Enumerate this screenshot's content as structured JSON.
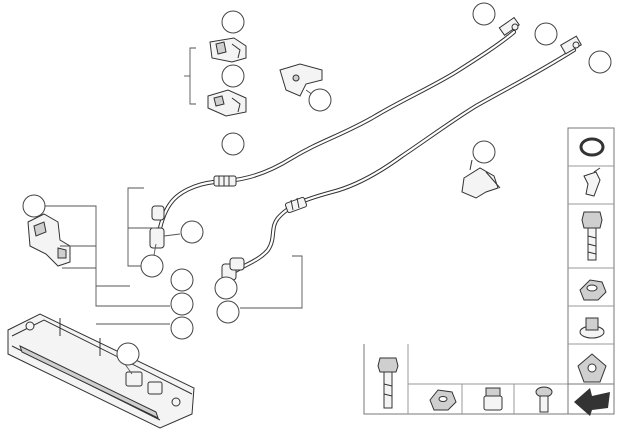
{
  "diagram": {
    "callouts": [
      {
        "id": "c-top-left",
        "label": ""
      },
      {
        "id": "c-clip-upper",
        "label": ""
      },
      {
        "id": "c-bracket",
        "label": ""
      },
      {
        "id": "c-clip-lower",
        "label": ""
      },
      {
        "id": "c-pipe-top",
        "label": ""
      },
      {
        "id": "c-pipe-right",
        "label": ""
      },
      {
        "id": "c-pipe-right-end",
        "label": ""
      },
      {
        "id": "c-holder",
        "label": ""
      },
      {
        "id": "c-left-group",
        "label": ""
      },
      {
        "id": "c-hose-a",
        "label": ""
      },
      {
        "id": "c-hose-b",
        "label": ""
      },
      {
        "id": "c-mid-1",
        "label": ""
      },
      {
        "id": "c-mid-2",
        "label": ""
      },
      {
        "id": "c-mid-3",
        "label": ""
      },
      {
        "id": "c-hose-c",
        "label": ""
      },
      {
        "id": "c-hose-d",
        "label": ""
      },
      {
        "id": "c-cooler",
        "label": ""
      }
    ],
    "hardware_column": [
      {
        "part": "o-ring"
      },
      {
        "part": "spring-clip"
      },
      {
        "part": "hex-bolt"
      },
      {
        "part": "hex-nut"
      },
      {
        "part": "collar-nut"
      },
      {
        "part": "clip-nut"
      }
    ],
    "hardware_row": [
      {
        "part": "hex-bolt-long"
      },
      {
        "part": "hex-nut"
      },
      {
        "part": "sleeve-nut"
      },
      {
        "part": "screw"
      },
      {
        "part": "arrow-symbol"
      }
    ]
  }
}
